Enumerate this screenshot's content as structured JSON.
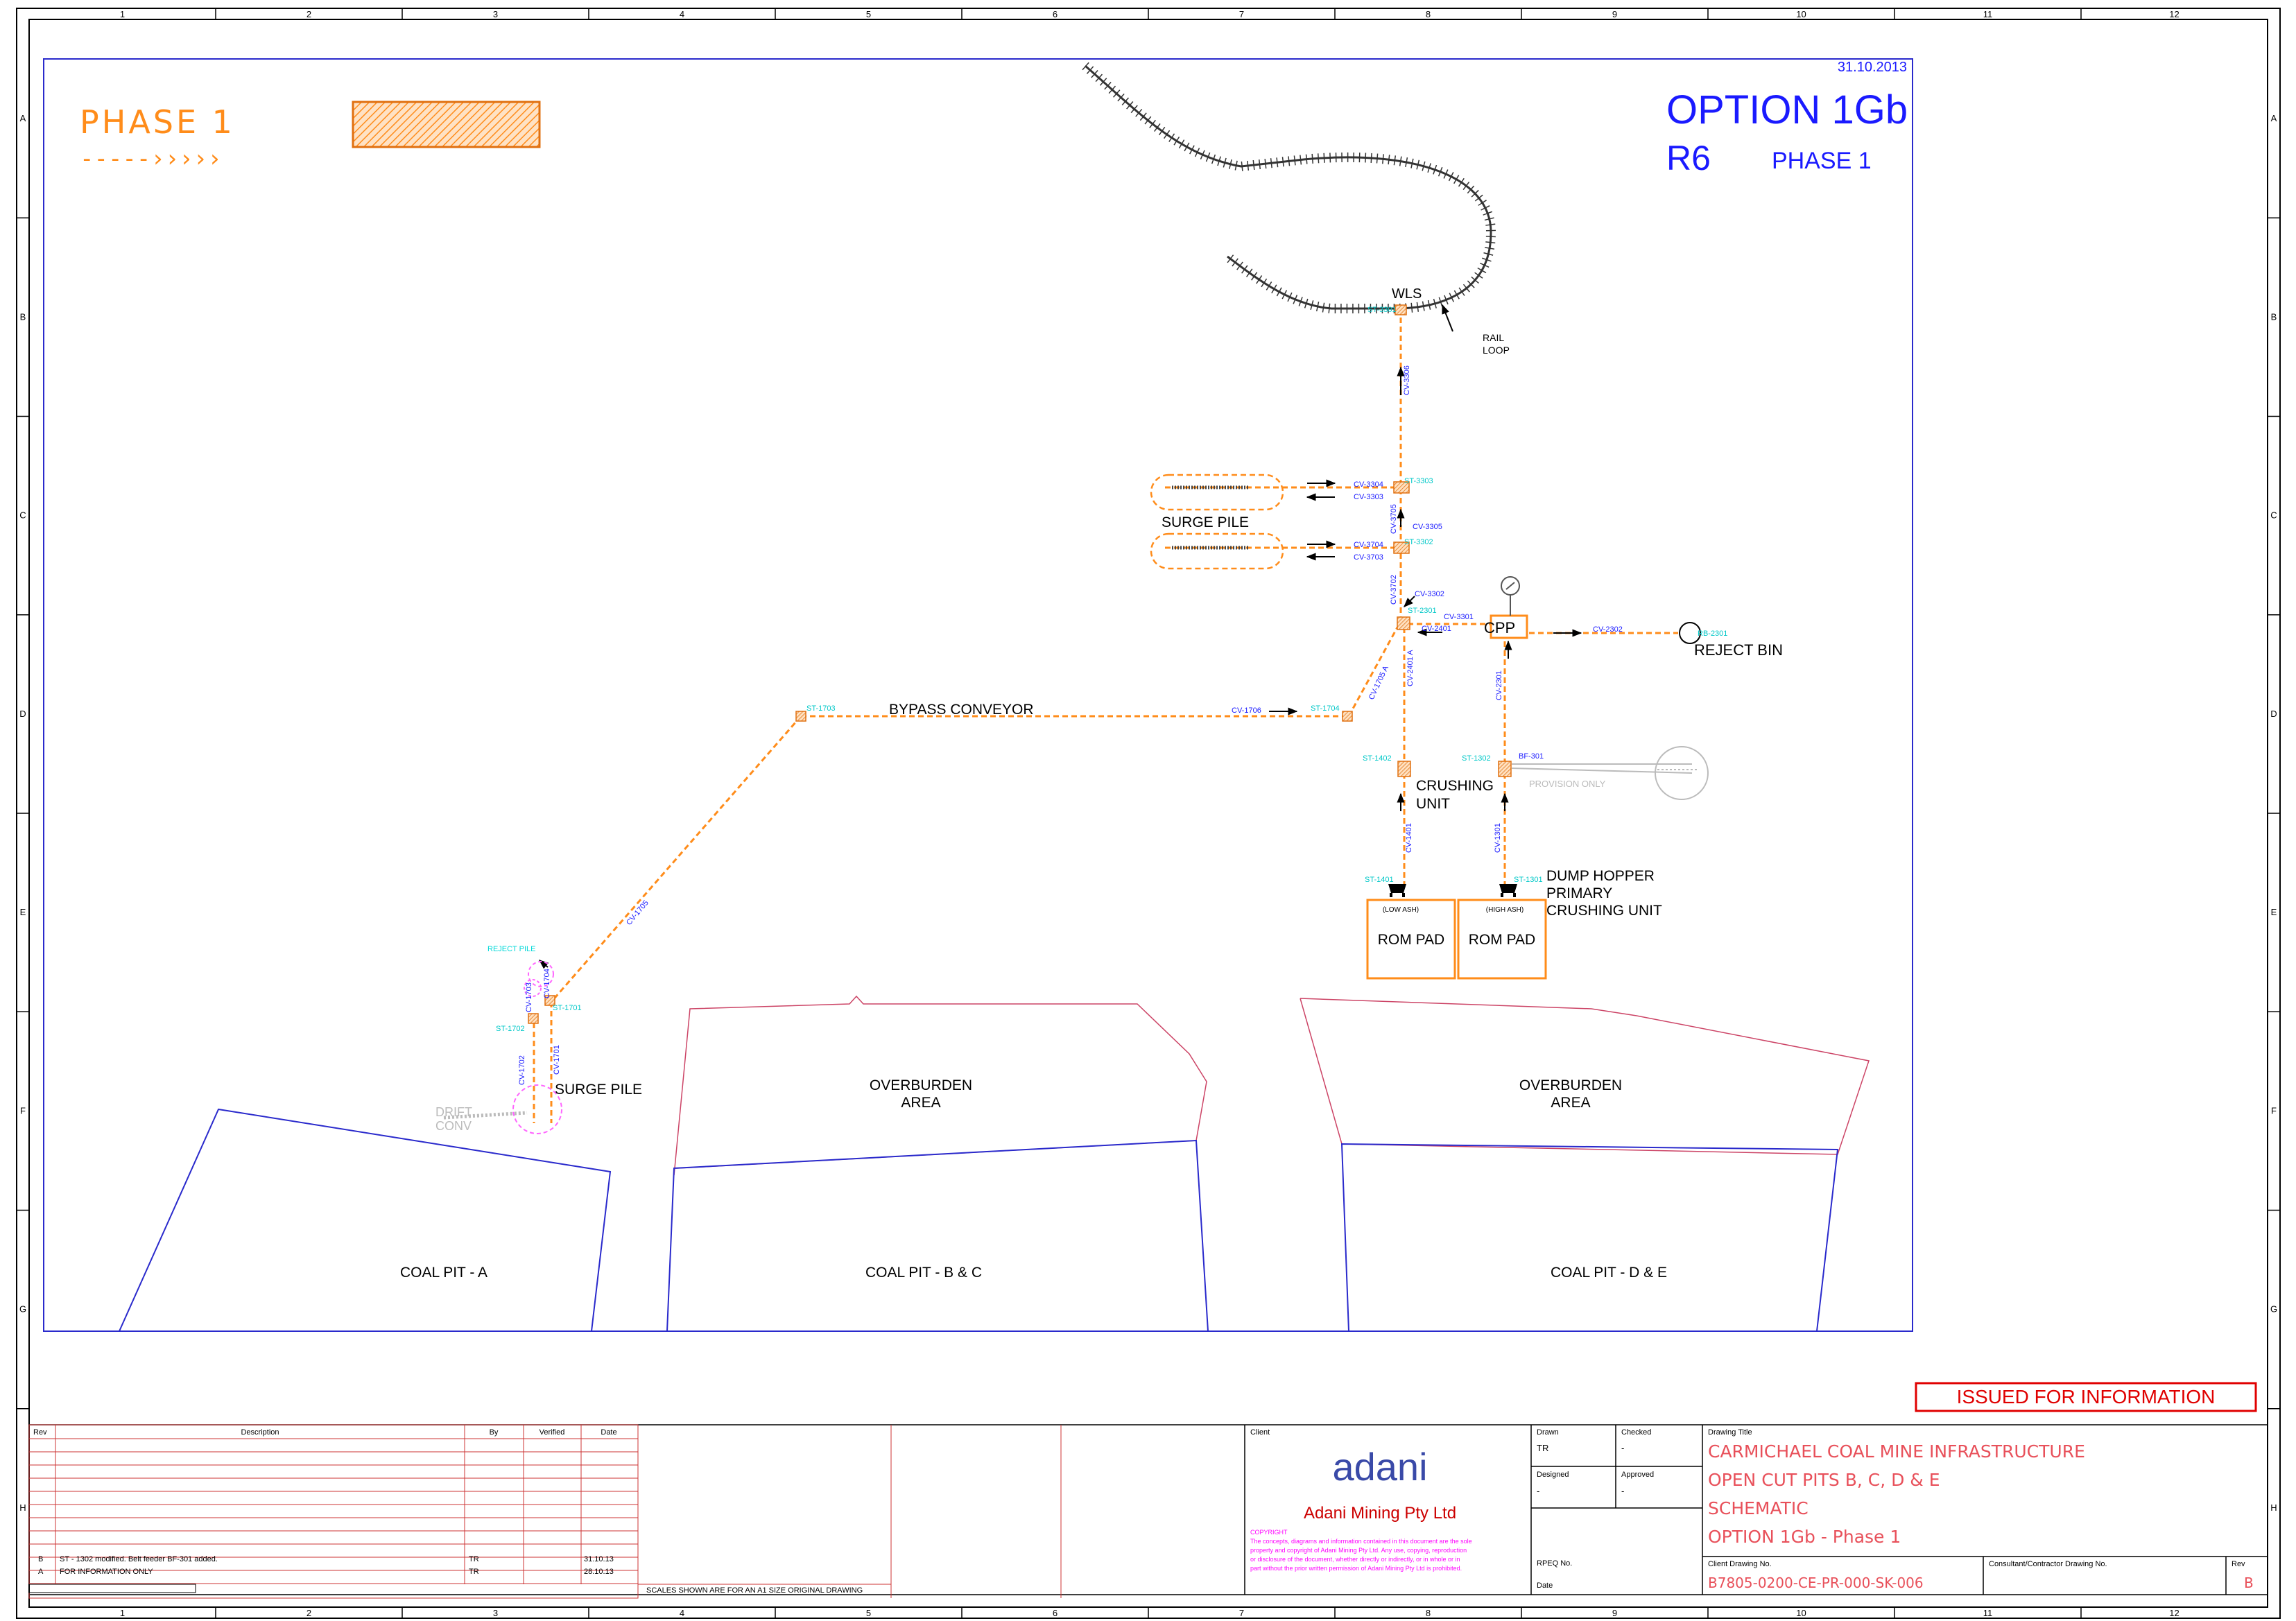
{
  "grid": {
    "columns": [
      "1",
      "2",
      "3",
      "4",
      "5",
      "6",
      "7",
      "8",
      "9",
      "10",
      "11",
      "12"
    ],
    "rows": [
      "A",
      "B",
      "C",
      "D",
      "E",
      "F",
      "G",
      "H"
    ]
  },
  "header": {
    "date": "31.10.2013",
    "option": "OPTION 1Gb",
    "revision": "R6",
    "phase": "PHASE 1"
  },
  "legend": {
    "phase_label": "PHASE 1",
    "arrow": "-----›››››"
  },
  "labels": {
    "wls": "WLS",
    "rail_loop_1": "RAIL",
    "rail_loop_2": "LOOP",
    "surge_pile_top": "SURGE PILE",
    "cpp": "CPP",
    "reject_bin": "REJECT BIN",
    "bypass_conveyor": "BYPASS CONVEYOR",
    "crushing_unit_1": "CRUSHING",
    "crushing_unit_2": "UNIT",
    "dump_hopper_1": "DUMP HOPPER",
    "dump_hopper_2": "PRIMARY",
    "dump_hopper_3": "CRUSHING UNIT",
    "rom_pad_1": "ROM PAD",
    "rom_pad_2": "ROM PAD",
    "low_ash": "(LOW ASH)",
    "high_ash": "(HIGH ASH)",
    "provision_only": "PROVISION ONLY",
    "surge_pile_bottom": "SURGE PILE",
    "reject_pile": "REJECT PILE",
    "drift_1": "DRIFT",
    "drift_2": "CONV",
    "overburden_left_1": "OVERBURDEN",
    "overburden_left_2": "AREA",
    "overburden_right_1": "OVERBURDEN",
    "overburden_right_2": "AREA",
    "coal_pit_a": "COAL PIT - A",
    "coal_pit_bc": "COAL PIT - B & C",
    "coal_pit_de": "COAL PIT - D & E"
  },
  "conveyors": {
    "cv3306": "CV-3306",
    "cv3304": "CV-3304",
    "cv3303": "CV-3303",
    "cv3705": "CV-3705",
    "cv3305": "CV-3305",
    "cv3704": "CV-3704",
    "cv3703": "CV-3703",
    "cv3702": "CV-3702",
    "cv3302": "CV-3302",
    "cv3301": "CV-3301",
    "cv2401": "CV-2401",
    "cv2401a": "CV-2401 A",
    "cv1705a": "CV-1705 A",
    "cv2302": "CV-2302",
    "cv2301": "CV-2301",
    "cv1706": "CV-1706",
    "cv1705": "CV-1705",
    "cv1401": "CV-1401",
    "cv1301": "CV-1301",
    "cv1703": "CV-1703",
    "cv1704": "CV-1704",
    "cv1702": "CV-1702",
    "cv1701": "CV-1701",
    "st3301": "ST-3301",
    "st3303": "ST-3303",
    "st3302": "ST-3302",
    "st2301": "ST-2301",
    "st1703": "ST-1703",
    "st1704": "ST-1704",
    "st1402": "ST-1402",
    "st1302": "ST-1302",
    "bf301": "BF-301",
    "st1401": "ST-1401",
    "st1301": "ST-1301",
    "st1702": "ST-1702",
    "st1701": "ST-1701",
    "rb2301": "RB-2301"
  },
  "stamp": "ISSUED FOR INFORMATION",
  "title_block": {
    "rev_header": "Rev",
    "desc_header": "Description",
    "by_header": "By",
    "verified_header": "Verified",
    "date_header": "Date",
    "revisions": [
      {
        "rev": "B",
        "desc": "ST - 1302 modified. Belt feeder BF-301 added.",
        "by": "TR",
        "verified": "",
        "date": "31.10.13"
      },
      {
        "rev": "A",
        "desc": "FOR INFORMATION ONLY",
        "by": "TR",
        "verified": "",
        "date": "28.10.13"
      }
    ],
    "scales_note": "SCALES SHOWN ARE FOR AN A1 SIZE ORIGINAL DRAWING",
    "client_label": "Client",
    "client_logo": "adani",
    "client_name": "Adani Mining Pty Ltd",
    "copyright_title": "COPYRIGHT",
    "copyright_1": "The concepts, diagrams and information contained in this document are the sole",
    "copyright_2": "property and copyright of Adani Mining Pty Ltd.  Any use, copying, reproduction",
    "copyright_3": "or disclosure of the document, whether directly or indirectly, or in whole or in",
    "copyright_4": "part without the prior written permission of Adani Mining Pty Ltd is prohibited.",
    "drawn_label": "Drawn",
    "drawn_value": "TR",
    "checked_label": "Checked",
    "checked_value": "-",
    "designed_label": "Designed",
    "designed_value": "-",
    "approved_label": "Approved",
    "approved_value": "-",
    "rpeq_label": "RPEQ No.",
    "date_label": "Date",
    "drawing_title_label": "Drawing Title",
    "title_1": "CARMICHAEL COAL MINE INFRASTRUCTURE",
    "title_2": "OPEN CUT PITS B, C, D & E",
    "title_3": "SCHEMATIC",
    "title_4": "OPTION 1Gb - Phase 1",
    "client_drawing_label": "Client Drawing No.",
    "client_drawing_no": "B7805-0200-CE-PR-000-SK-006",
    "consultant_label": "Consultant/Contractor Drawing No.",
    "rev_label": "Rev",
    "rev_value": "B"
  },
  "colors": {
    "frame": "#000000",
    "blue_title": "#1a1aff",
    "orange": "#ff8c1a",
    "cyan": "#00d8d8",
    "pink": "#d06080",
    "red_title": "#e8505a",
    "stamp_red": "#e00000",
    "magenta": "#ff00ff"
  }
}
